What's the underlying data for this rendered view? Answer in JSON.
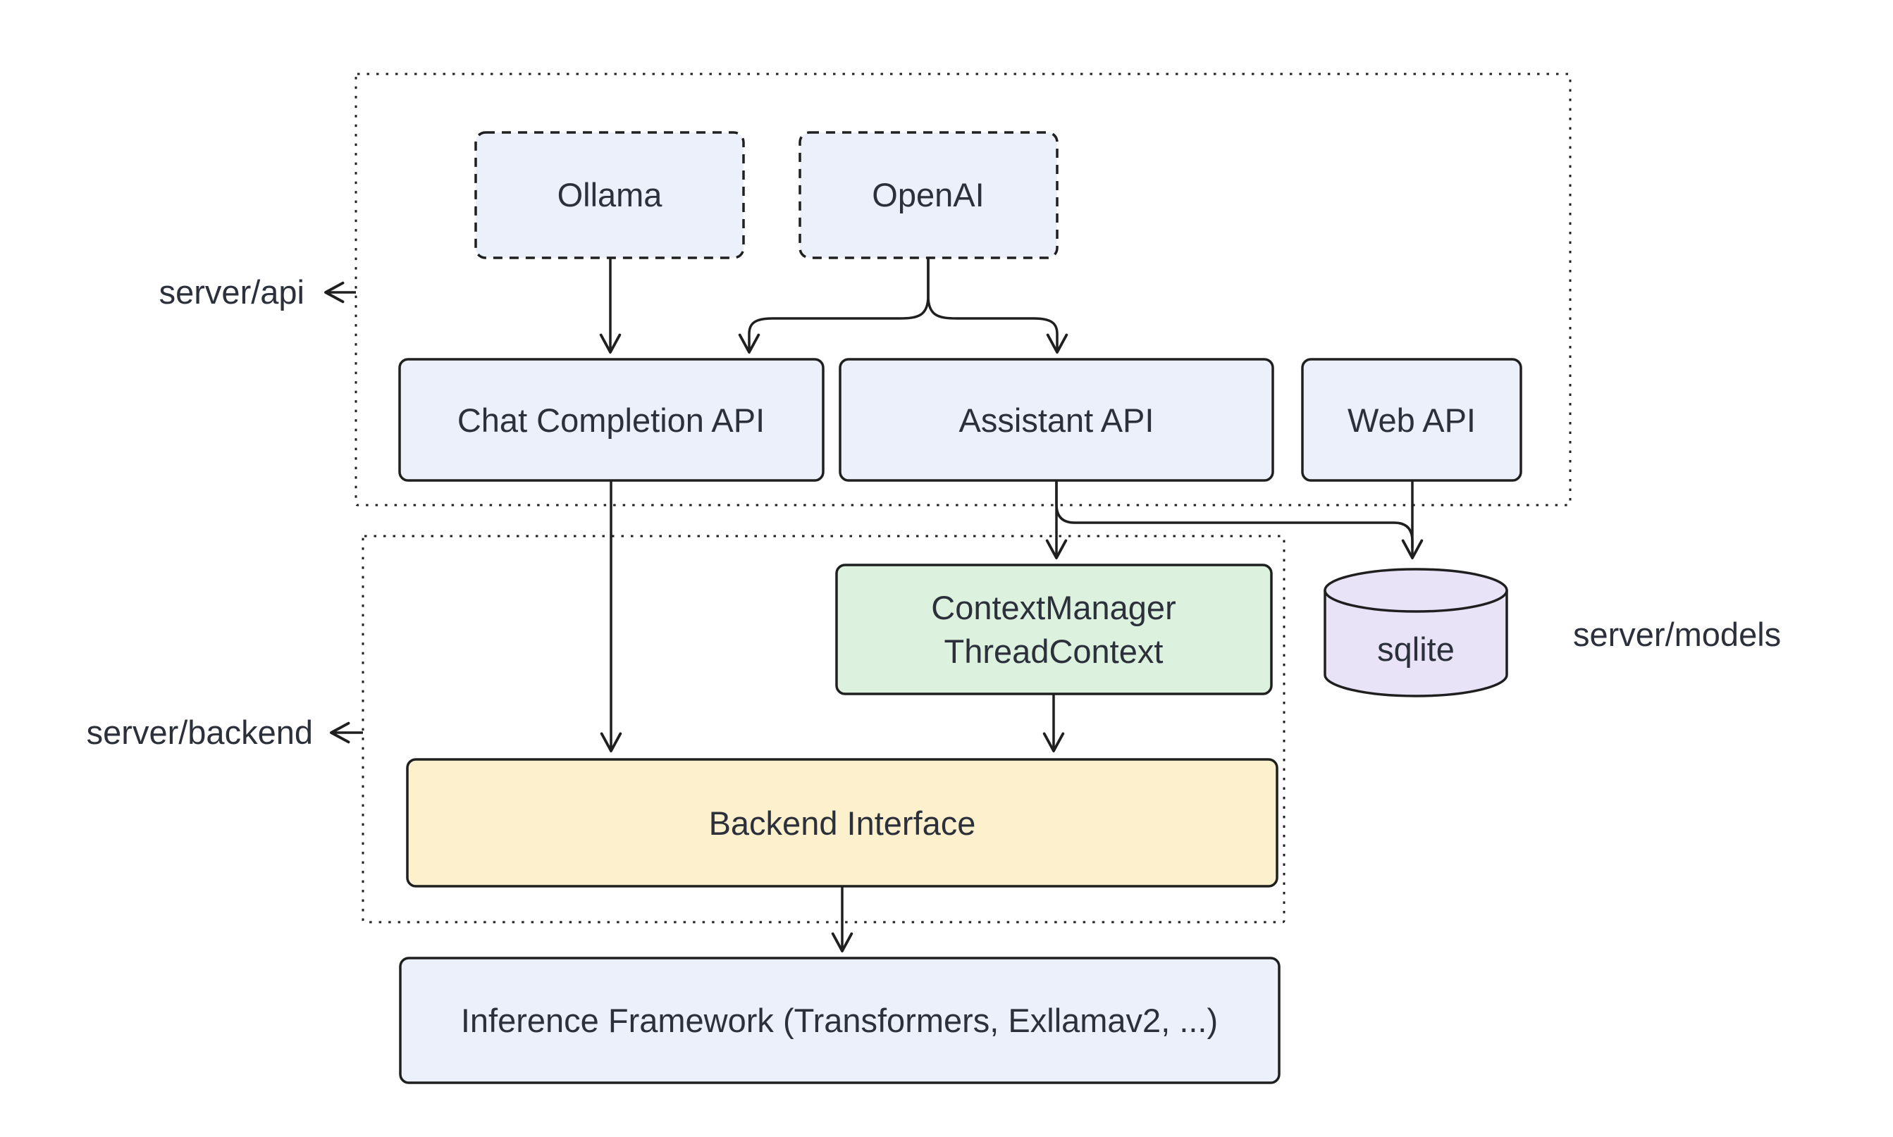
{
  "diagram": {
    "title": "Server architecture diagram",
    "palette": {
      "background": "#ffffff",
      "node_blue": "#ebf0fb",
      "node_green": "#dcf2de",
      "node_yellow": "#fdf1cd",
      "node_purple": "#e9e3f8",
      "stroke": "#1f1f1f",
      "text": "#2b303a"
    },
    "containers": {
      "server_api": {
        "label": "server/api"
      },
      "server_backend": {
        "label": "server/backend"
      }
    },
    "external_labels": {
      "server_models": {
        "label": "server/models"
      }
    },
    "nodes": {
      "ollama": {
        "label": "Ollama",
        "style": "dashed-blue"
      },
      "openai": {
        "label": "OpenAI",
        "style": "dashed-blue"
      },
      "chat_completion_api": {
        "label": "Chat Completion API",
        "style": "blue"
      },
      "assistant_api": {
        "label": "Assistant API",
        "style": "blue"
      },
      "web_api": {
        "label": "Web API",
        "style": "blue"
      },
      "context_manager": {
        "line1": "ContextManager",
        "line2": "ThreadContext",
        "style": "green"
      },
      "sqlite": {
        "label": "sqlite",
        "style": "purple-cylinder"
      },
      "backend_interface": {
        "label": "Backend Interface",
        "style": "yellow"
      },
      "inference_framework": {
        "label": "Inference Framework (Transformers, Exllamav2, ...)",
        "style": "blue"
      }
    },
    "edges": [
      {
        "from": "Ollama",
        "to": "Chat Completion API"
      },
      {
        "from": "OpenAI",
        "to": "Chat Completion API"
      },
      {
        "from": "OpenAI",
        "to": "Assistant API"
      },
      {
        "from": "Chat Completion API",
        "to": "Backend Interface"
      },
      {
        "from": "Assistant API",
        "to": "ContextManager ThreadContext"
      },
      {
        "from": "Assistant API",
        "to": "sqlite"
      },
      {
        "from": "Web API",
        "to": "sqlite"
      },
      {
        "from": "ContextManager ThreadContext",
        "to": "Backend Interface"
      },
      {
        "from": "Backend Interface",
        "to": "Inference Framework (Transformers, Exllamav2, ...)"
      }
    ],
    "container_pointers": [
      {
        "label": "server/api",
        "points_to": "top dotted container"
      },
      {
        "label": "server/backend",
        "points_to": "bottom dotted container"
      }
    ]
  }
}
